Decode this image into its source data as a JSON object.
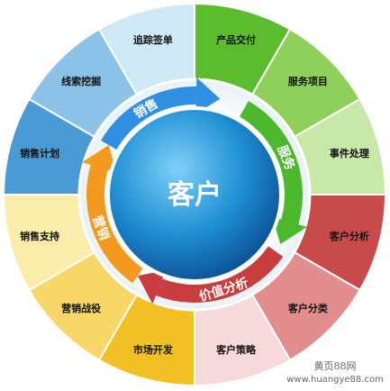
{
  "center": {
    "label": "客户"
  },
  "segments": [
    {
      "label": "追踪签单",
      "color": "#cfe8f6"
    },
    {
      "label": "产品交付",
      "color": "#5bbd2d"
    },
    {
      "label": "服务项目",
      "color": "#8ed05a"
    },
    {
      "label": "事件处理",
      "color": "#c8e8a8"
    },
    {
      "label": "客户分析",
      "color": "#c84b4b"
    },
    {
      "label": "客户分类",
      "color": "#e28e8e"
    },
    {
      "label": "客户策略",
      "color": "#f7d9d9"
    },
    {
      "label": "市场开发",
      "color": "#f1c024"
    },
    {
      "label": "营销战役",
      "color": "#f6d768"
    },
    {
      "label": "销售支持",
      "color": "#fcecaa"
    },
    {
      "label": "销售计划",
      "color": "#4a9ad6"
    },
    {
      "label": "线索挖掘",
      "color": "#8cc2e8"
    }
  ],
  "ring": [
    {
      "label": "销售",
      "color": "#2f8fe0"
    },
    {
      "label": "服务",
      "color": "#4cb82c"
    },
    {
      "label": "价值分析",
      "color": "#c83d3d"
    },
    {
      "label": "营销",
      "color": "#f29a1e"
    }
  ],
  "watermark": {
    "line1": "黄页88网",
    "line2": "www.huangye88.com"
  }
}
